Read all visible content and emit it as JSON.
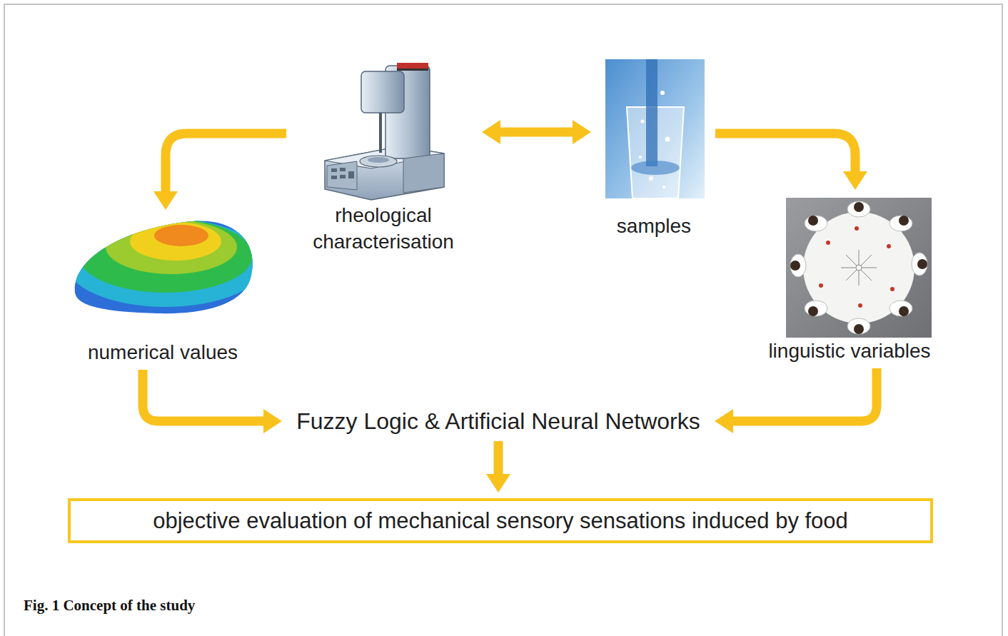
{
  "diagram": {
    "caption": "Fig. 1 Concept of the study",
    "nodes": [
      {
        "text": [
          "rheological characterisation"
        ]
      },
      {
        "text": [
          "samples"
        ]
      },
      {
        "text": [
          "numerical values"
        ]
      },
      {
        "text": [
          "linguistic variables"
        ]
      },
      {
        "text": [
          "Fuzzy Logic & Artificial Neural Networks"
        ]
      },
      {
        "text": [
          "objective evaluation of mechanical sensory sensations induced by food"
        ]
      }
    ],
    "edges": [
      {
        "from": 0,
        "to": 1,
        "arrow": "both"
      },
      {
        "from": 0,
        "to": 2,
        "arrow": "to"
      },
      {
        "from": 1,
        "to": 3,
        "arrow": "to"
      },
      {
        "from": 2,
        "to": 4,
        "arrow": "to"
      },
      {
        "from": 3,
        "to": 4,
        "arrow": "to"
      },
      {
        "from": 4,
        "to": 5,
        "arrow": "to"
      }
    ]
  }
}
